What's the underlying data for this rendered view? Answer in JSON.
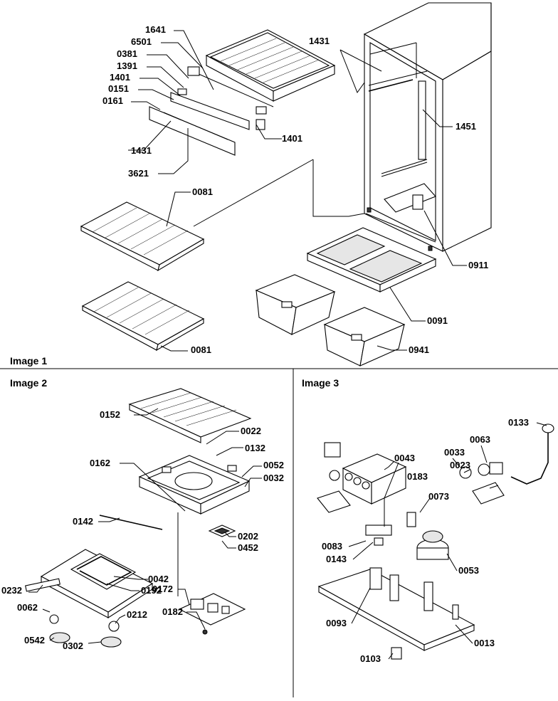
{
  "panels": {
    "image1": {
      "title": "Image 1"
    },
    "image2": {
      "title": "Image 2"
    },
    "image3": {
      "title": "Image 3"
    }
  },
  "labels": {
    "p1641": "1641",
    "p6501": "6501",
    "p0381": "0381",
    "p1391": "1391",
    "p1401a": "1401",
    "p0151": "0151",
    "p0161": "0161",
    "p1431a": "1431",
    "p1401b": "1401",
    "p1431b": "1431",
    "p3621": "3621",
    "p0081a": "0081",
    "p0081b": "0081",
    "p1451": "1451",
    "p0911": "0911",
    "p0091": "0091",
    "p0941": "0941",
    "p0152": "0152",
    "p0022": "0022",
    "p0132": "0132",
    "p0052": "0052",
    "p0032": "0032",
    "p0162": "0162",
    "p0142": "0142",
    "p0202": "0202",
    "p0452": "0452",
    "p0042": "0042",
    "p0192": "0192",
    "p0232": "0232",
    "p0172": "0172",
    "p0182": "0182",
    "p0062": "0062",
    "p0212": "0212",
    "p0542": "0542",
    "p0302": "0302",
    "p0133": "0133",
    "p0063": "0063",
    "p0043": "0043",
    "p0033": "0033",
    "p0023": "0023",
    "p0183": "0183",
    "p0073": "0073",
    "p0083": "0083",
    "p0143": "0143",
    "p0053": "0053",
    "p0093": "0093",
    "p0013": "0013",
    "p0103": "0103"
  }
}
